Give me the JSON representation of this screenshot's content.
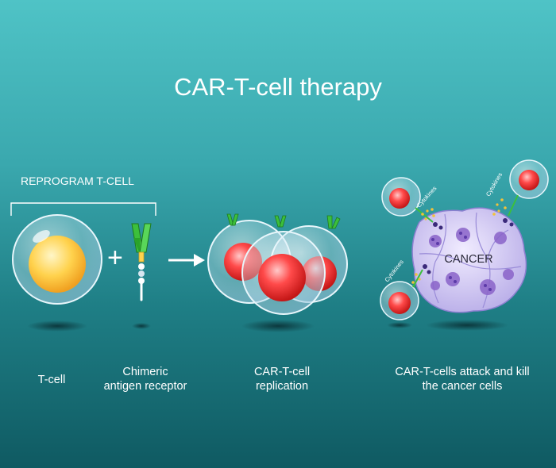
{
  "title": "CAR-T-cell therapy",
  "reprogram_label": "REPROGRAM T-CELL",
  "plus_sign": "+",
  "captions": {
    "tcell": "T-cell",
    "car_line1": "Chimeric",
    "car_line2": "antigen receptor",
    "replication_line1": "CAR-T-cell",
    "replication_line2": "replication",
    "attack_line1": "CAR-T-cells attack and kill",
    "attack_line2": "the cancer cells"
  },
  "cancer_label": "CANCER",
  "cytokines_label": "Cytokines"
}
